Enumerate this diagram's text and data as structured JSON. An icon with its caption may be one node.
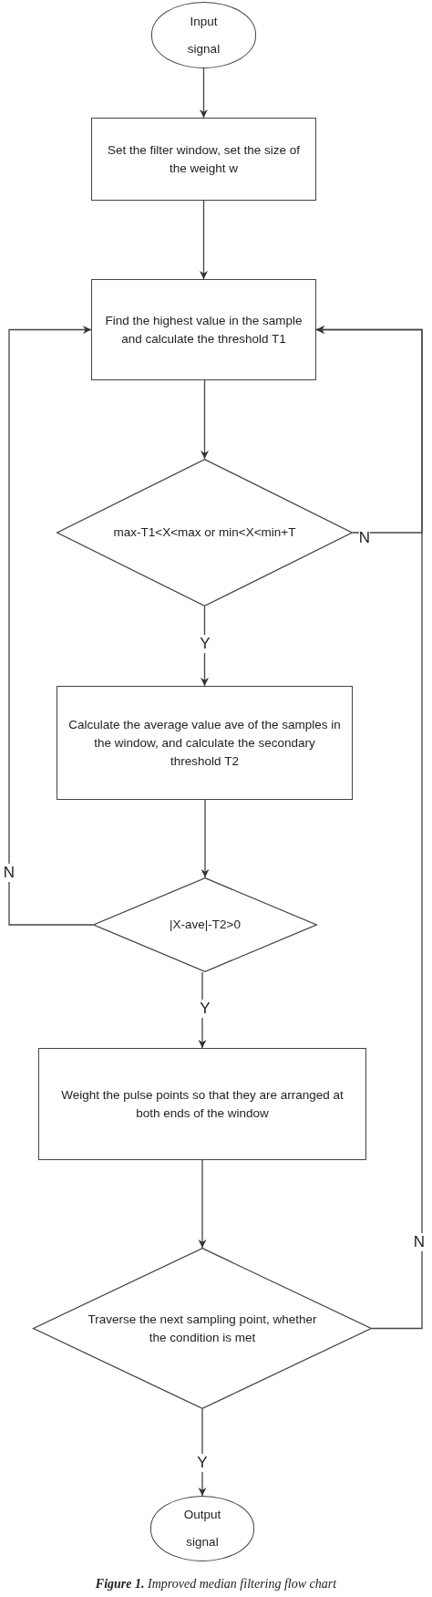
{
  "diagram": {
    "caption": "**Figure 1.** Improved median filtering flow chart",
    "nodes": [
      {
        "text": [
          "Input signal"
        ]
      },
      {
        "text": [
          "Set the filter window, set the size of the weight w"
        ]
      },
      {
        "text": [
          "Find the highest value in the sample and calculate the threshold T1"
        ]
      },
      {
        "text": [
          "max-T1<X<max or min<X<min+T"
        ]
      },
      {
        "text": [
          "Calculate the average value ave of the samples in the window, and calculate the secondary threshold T2"
        ]
      },
      {
        "text": [
          "|X-ave|-T2>0"
        ]
      },
      {
        "text": [
          "Weight the pulse points so that they are arranged at both ends of the window"
        ]
      },
      {
        "text": [
          "Traverse the next sampling point, whether the condition is met"
        ]
      },
      {
        "text": [
          "Output signal"
        ]
      }
    ],
    "edges": [
      {
        "from": 0,
        "to": 1,
        "arrow": "to"
      },
      {
        "from": 1,
        "to": 2,
        "arrow": "to"
      },
      {
        "from": 2,
        "to": 3,
        "arrow": "to"
      },
      {
        "from": 3,
        "to": 4,
        "arrow": "to",
        "label": "Y"
      },
      {
        "from": 3,
        "to": 2,
        "arrow": "to",
        "label": "N"
      },
      {
        "from": 4,
        "to": 5,
        "arrow": "to"
      },
      {
        "from": 5,
        "to": 6,
        "arrow": "to",
        "label": "Y"
      },
      {
        "from": 5,
        "to": 2,
        "arrow": "to",
        "label": "N"
      },
      {
        "from": 6,
        "to": 7,
        "arrow": "to"
      },
      {
        "from": 7,
        "to": 8,
        "arrow": "to",
        "label": "Y"
      },
      {
        "from": 7,
        "to": 2,
        "arrow": "to",
        "label": "N"
      }
    ]
  }
}
